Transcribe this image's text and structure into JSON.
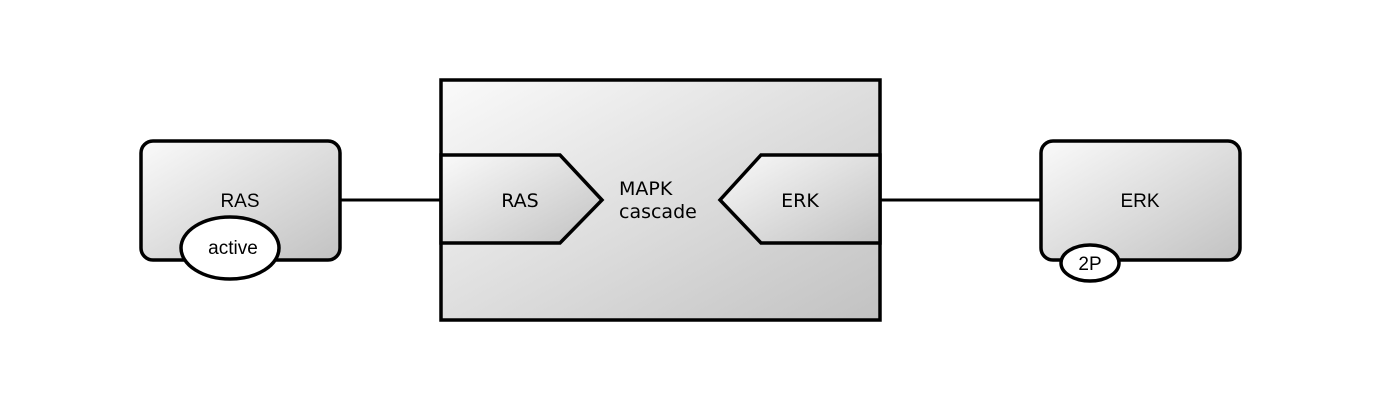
{
  "diagram": {
    "nodes": {
      "ras_left": {
        "label": "RAS",
        "state": "active"
      },
      "mapk": {
        "label_line1": "MAPK",
        "label_line2": "cascade",
        "input_port": "RAS",
        "output_port": "ERK"
      },
      "erk_right": {
        "label": "ERK",
        "state": "2P"
      }
    },
    "edges": [
      {
        "from": "RAS (active)",
        "to": "MAPK cascade: RAS"
      },
      {
        "from": "MAPK cascade: ERK",
        "to": "ERK (2P)"
      }
    ],
    "colors": {
      "stroke": "#000000",
      "fill_light": "#f8f8f8",
      "fill_dark": "#c4c4c4",
      "state_fill": "#ffffff"
    }
  }
}
